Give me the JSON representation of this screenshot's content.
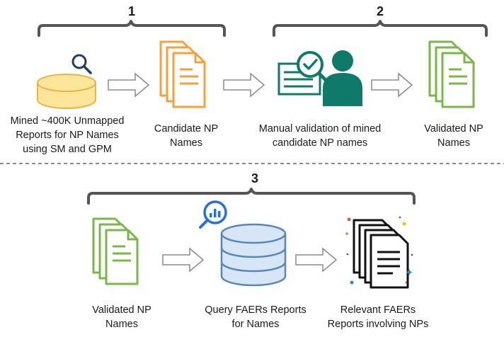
{
  "steps": {
    "step1": "1",
    "step2": "2",
    "step3": "3"
  },
  "labels": {
    "mined_reports": "Mined ~400K Unmapped\nReports for NP Names\nusing SM and GPM",
    "candidate_np": "Candidate NP\nNames",
    "manual_validation": "Manual validation of mined\ncandidate NP names",
    "validated_np_top": "Validated NP\nNames",
    "validated_np_bottom": "Validated NP\nNames",
    "query_faers": "Query FAERs Reports\nfor Names",
    "relevant_faers": "Relevant FAERs\nReports involving NPs"
  },
  "icons": {
    "database_search": "database-search-icon",
    "documents_orange": "documents-icon",
    "reviewer": "reviewer-validation-icon",
    "documents_green": "documents-icon",
    "database_query": "database-query-icon",
    "documents_black": "documents-icon"
  },
  "colors": {
    "orange": "#f5a03c",
    "green": "#7ab648",
    "teal": "#0f7a6a",
    "db_fill": "#fde59a",
    "db_stroke": "#e6b54a",
    "blue_db_fill": "#d6e6f6",
    "blue_db_stroke": "#5b86b6",
    "search_blue": "#2a6fd6",
    "bracket": "#555555",
    "arrow_fill": "#ffffff",
    "arrow_stroke": "#8a8a8a"
  }
}
